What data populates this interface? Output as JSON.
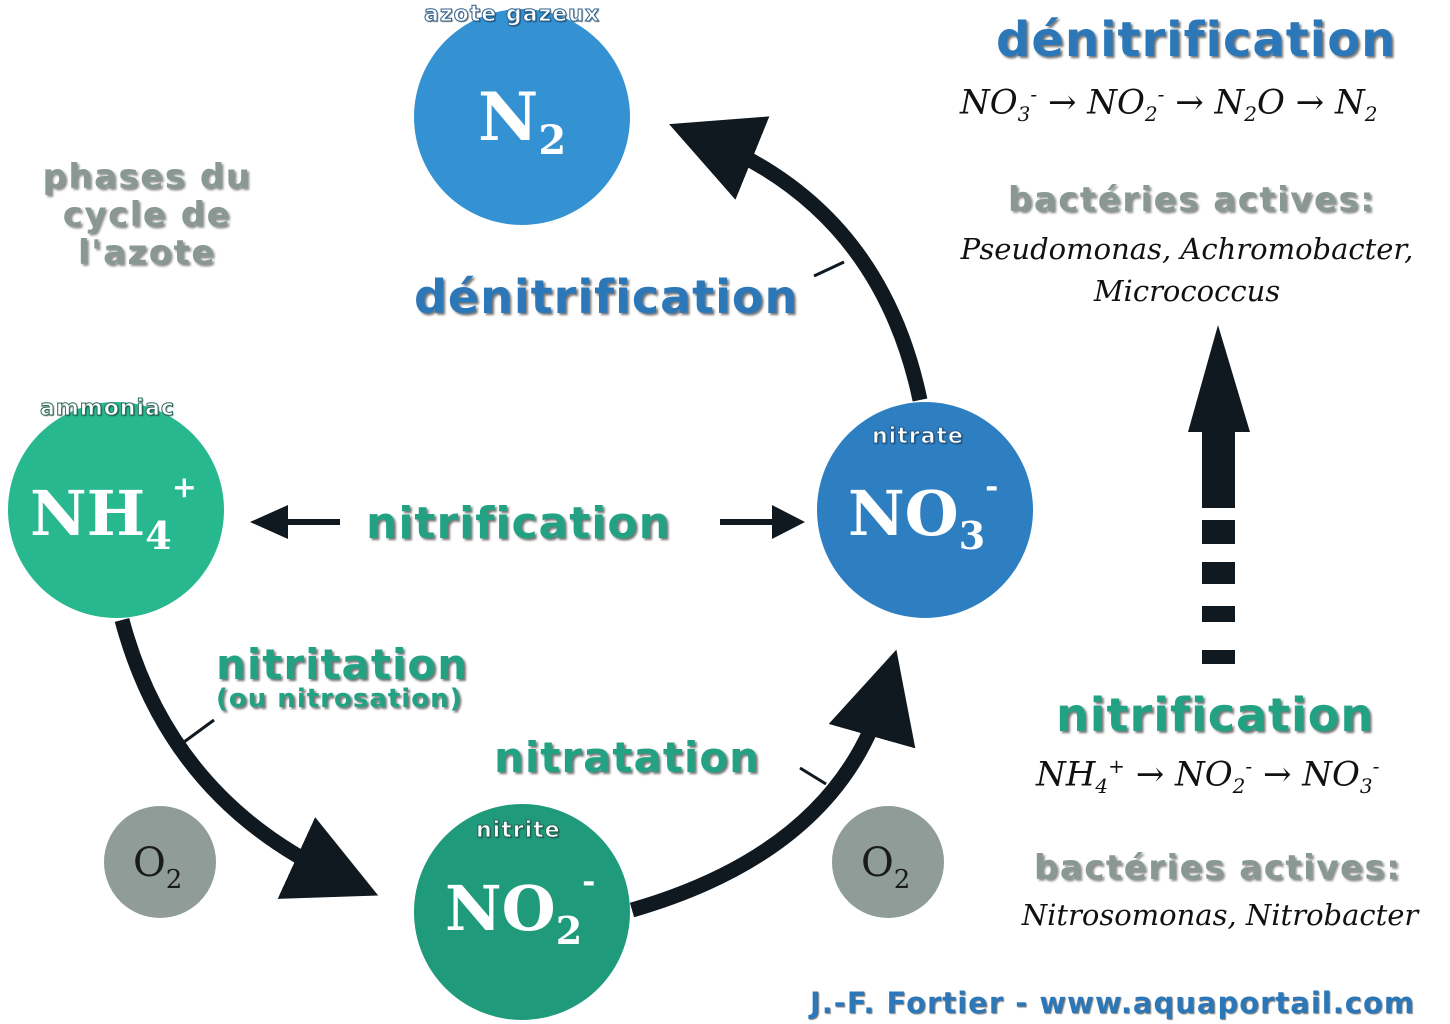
{
  "title": {
    "line1": "phases du",
    "line2": "cycle de",
    "line3": "l'azote"
  },
  "nodes": {
    "n2": {
      "caption": "azote gazeux",
      "main": "N",
      "sub": "2",
      "color": "#3592d2"
    },
    "nh4": {
      "caption": "ammoniac",
      "main": "NH",
      "sub": "4",
      "sup": "+",
      "color": "#28b890"
    },
    "no3": {
      "caption": "nitrate",
      "main": "NO",
      "sub": "3",
      "sup": "-",
      "color": "#2d7fc2"
    },
    "no2": {
      "caption": "nitrite",
      "main": "NO",
      "sub": "2",
      "sup": "-",
      "color": "#1f9a7b"
    },
    "o2_left": {
      "main": "O",
      "sub": "2",
      "color": "#8f9c98"
    },
    "o2_right": {
      "main": "O",
      "sub": "2",
      "color": "#8f9c98"
    }
  },
  "cycle_labels": {
    "denitrification": "dénitrification",
    "nitrification": "nitrification",
    "nitritation": "nitritation",
    "nitritation_alt": "(ou nitrosation)",
    "nitratation": "nitratation"
  },
  "right_panel": {
    "denitrification": {
      "title": "dénitrification",
      "formula": [
        {
          "main": "NO",
          "sub": "3",
          "sup": "-"
        },
        {
          "main": "NO",
          "sub": "2",
          "sup": "-"
        },
        {
          "main": "N",
          "sub": "2",
          "mid": "O"
        },
        {
          "main": "N",
          "sub": "2"
        }
      ],
      "bacteria_label": "bactéries actives:",
      "bacteria_line1": "Pseudomonas, Achromobacter,",
      "bacteria_line2": "Micrococcus"
    },
    "nitrification": {
      "title": "nitrification",
      "formula": [
        {
          "main": "NH",
          "sub": "4",
          "sup": "+"
        },
        {
          "main": "NO",
          "sub": "2",
          "sup": "-"
        },
        {
          "main": "NO",
          "sub": "3",
          "sup": "-"
        }
      ],
      "bacteria_label": "bactéries actives:",
      "bacteria_line1": "Nitrosomonas, Nitrobacter"
    }
  },
  "credit": "J.-F. Fortier - www.aquaportail.com",
  "colors": {
    "green_label": "#23a283",
    "blue_label": "#2c77b8",
    "arrow": "#101820",
    "credit": "#2c77b8"
  }
}
